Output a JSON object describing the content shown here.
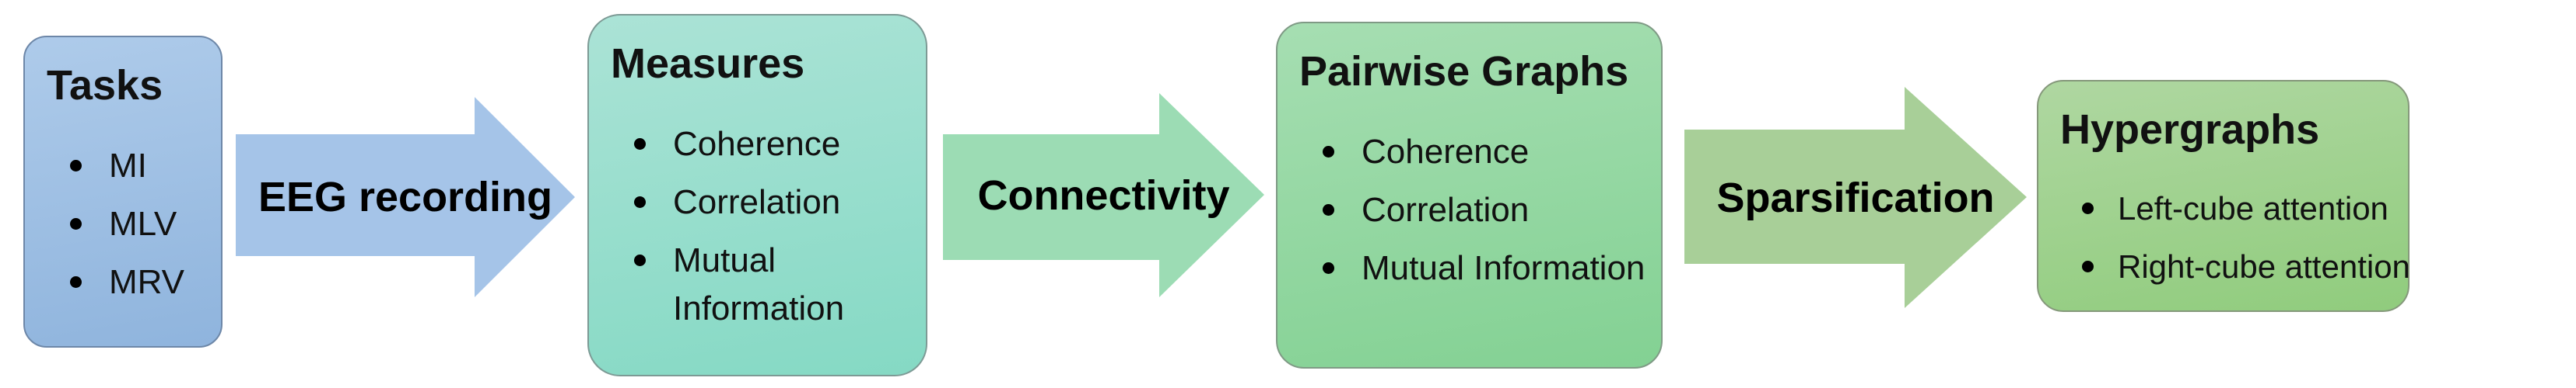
{
  "diagram": {
    "background": "#ffffff",
    "text_color": "#111111",
    "boxes": [
      {
        "id": "tasks",
        "title": "Tasks",
        "items": [
          "MI",
          "MLV",
          "MRV"
        ],
        "fill_top": "#aecbea",
        "fill_bottom": "#8fb4dd",
        "border": "#6d87a8"
      },
      {
        "id": "measures",
        "title": "Measures",
        "items": [
          "Coherence",
          "Correlation",
          "Mutual Information"
        ],
        "fill_top": "#abe3d6",
        "fill_bottom": "#85d9c4",
        "border": "#7d9a95"
      },
      {
        "id": "pairwise-graphs",
        "title": "Pairwise Graphs",
        "items": [
          "Coherence",
          "Correlation",
          "Mutual Information"
        ],
        "fill_top": "#a6deb2",
        "fill_bottom": "#83d193",
        "border": "#7f9a85"
      },
      {
        "id": "hypergraphs",
        "title": "Hypergraphs",
        "items": [
          "Left-cube attention",
          "Right-cube attention"
        ],
        "fill_top": "#afd7a1",
        "fill_bottom": "#90cc7d",
        "border": "#85987b"
      }
    ],
    "arrows": [
      {
        "label": "EEG recording",
        "fill": "#a5c4e8"
      },
      {
        "label": "Connectivity",
        "fill": "#9cdcb4"
      },
      {
        "label": "Sparsification",
        "fill": "#a8cf98"
      }
    ]
  }
}
